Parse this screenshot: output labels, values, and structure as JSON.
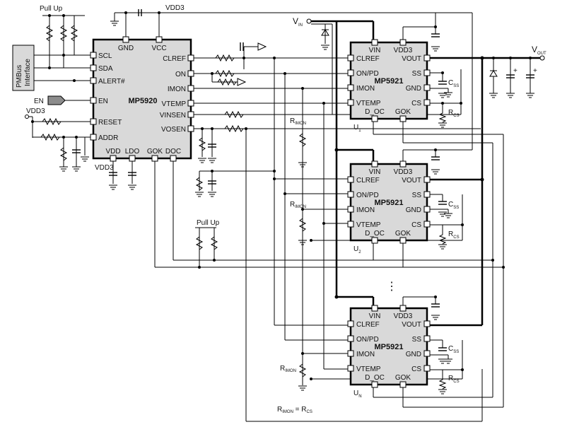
{
  "pullup_top": "Pull Up",
  "pullup_mid": "Pull Up",
  "vdd3_top": "VDD3",
  "vdd3_left": "VDD3",
  "vdd3_bottom": "VDD3",
  "en_label": "EN",
  "pmbus": [
    "PMBus",
    "Interface"
  ],
  "vin": "V",
  "vin_sub": "IN",
  "vout": "V",
  "vout_sub": "OUT",
  "controller": {
    "name": "MP5920",
    "left_pins": [
      "SCL",
      "SDA",
      "ALERT#",
      "EN",
      "RESET",
      "ADDR"
    ],
    "top_pins": [
      "GND",
      "VCC"
    ],
    "right_pins": [
      "CLREF",
      "ON",
      "IMON",
      "VTEMP",
      "VINSEN",
      "VOSEN"
    ],
    "bottom_pins": [
      "VDD",
      "LDO",
      "GOK",
      "DOC"
    ]
  },
  "stages": [
    {
      "name": "MP5921",
      "unit": "U",
      "unit_sub": "1",
      "rimon": "R",
      "rimon_sub": "IMON",
      "css": "C",
      "css_sub": "SS",
      "rcs": "R",
      "rcs_sub": "CS"
    },
    {
      "name": "MP5921",
      "unit": "U",
      "unit_sub": "2",
      "rimon": "R",
      "rimon_sub": "IMON",
      "css": "C",
      "css_sub": "SS",
      "rcs": "R",
      "rcs_sub": "CS"
    },
    {
      "name": "MP5921",
      "unit": "U",
      "unit_sub": "N",
      "rimon": "R",
      "rimon_sub": "IMON",
      "css": "C",
      "css_sub": "SS",
      "rcs": "R",
      "rcs_sub": "CS"
    }
  ],
  "stage_pins": {
    "top": [
      "VIN",
      "VDD3"
    ],
    "left": [
      "CLREF",
      "ON/PD",
      "IMON",
      "VTEMP"
    ],
    "right": [
      "VOUT",
      "SS",
      "GND",
      "CS"
    ],
    "bottom": [
      "D_OC",
      "GOK"
    ]
  },
  "ellipsis": "⋮",
  "equation": {
    "a": "R",
    "a_sub": "IMON",
    "eq": " = R",
    "b_sub": "CS"
  }
}
